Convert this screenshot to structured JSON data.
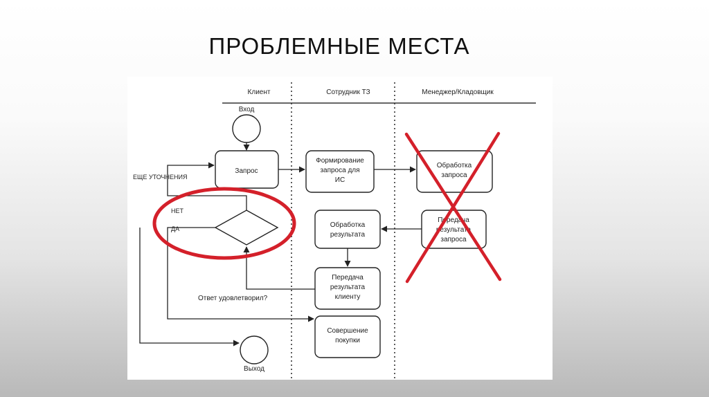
{
  "slide": {
    "title": "ПРОБЛЕМНЫЕ МЕСТА"
  },
  "lanes": {
    "client": "Клиент",
    "employee": "Сотрудник ТЗ",
    "manager": "Менеджер/Кладовщик"
  },
  "nodes": {
    "entry": "Вход",
    "exit": "Выход",
    "request": "Запрос",
    "form_request": [
      "Формирование",
      "запроса для",
      "ИС"
    ],
    "process_request": [
      "Обработка",
      "запроса"
    ],
    "transfer_result": [
      "Передача",
      "результата",
      "запроса"
    ],
    "process_result": [
      "Обработка",
      "результата"
    ],
    "transfer_client": [
      "Передача",
      "результата",
      "клиенту"
    ],
    "purchase": [
      "Совершение",
      "покупки"
    ]
  },
  "labels": {
    "more_questions": "ЕЩЕ УТОЧНЕНИЯ",
    "no": "НЕТ",
    "yes": "ДА",
    "satisfied": "Ответ удовлетворил?"
  },
  "annotations": {
    "highlight_color": "#d4202a",
    "cross_color": "#d4202a"
  }
}
